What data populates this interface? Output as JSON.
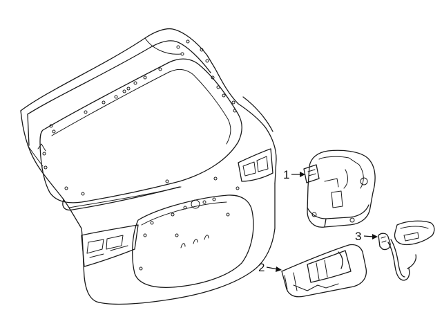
{
  "callouts": [
    {
      "id": "callout-1",
      "label": "1",
      "part": "latch-actuator"
    },
    {
      "id": "callout-2",
      "label": "2",
      "part": "handle-switch-cover"
    },
    {
      "id": "callout-3",
      "label": "3",
      "part": "release-switch"
    }
  ],
  "colors": {
    "line": "#1a1a1a",
    "background": "#ffffff"
  }
}
